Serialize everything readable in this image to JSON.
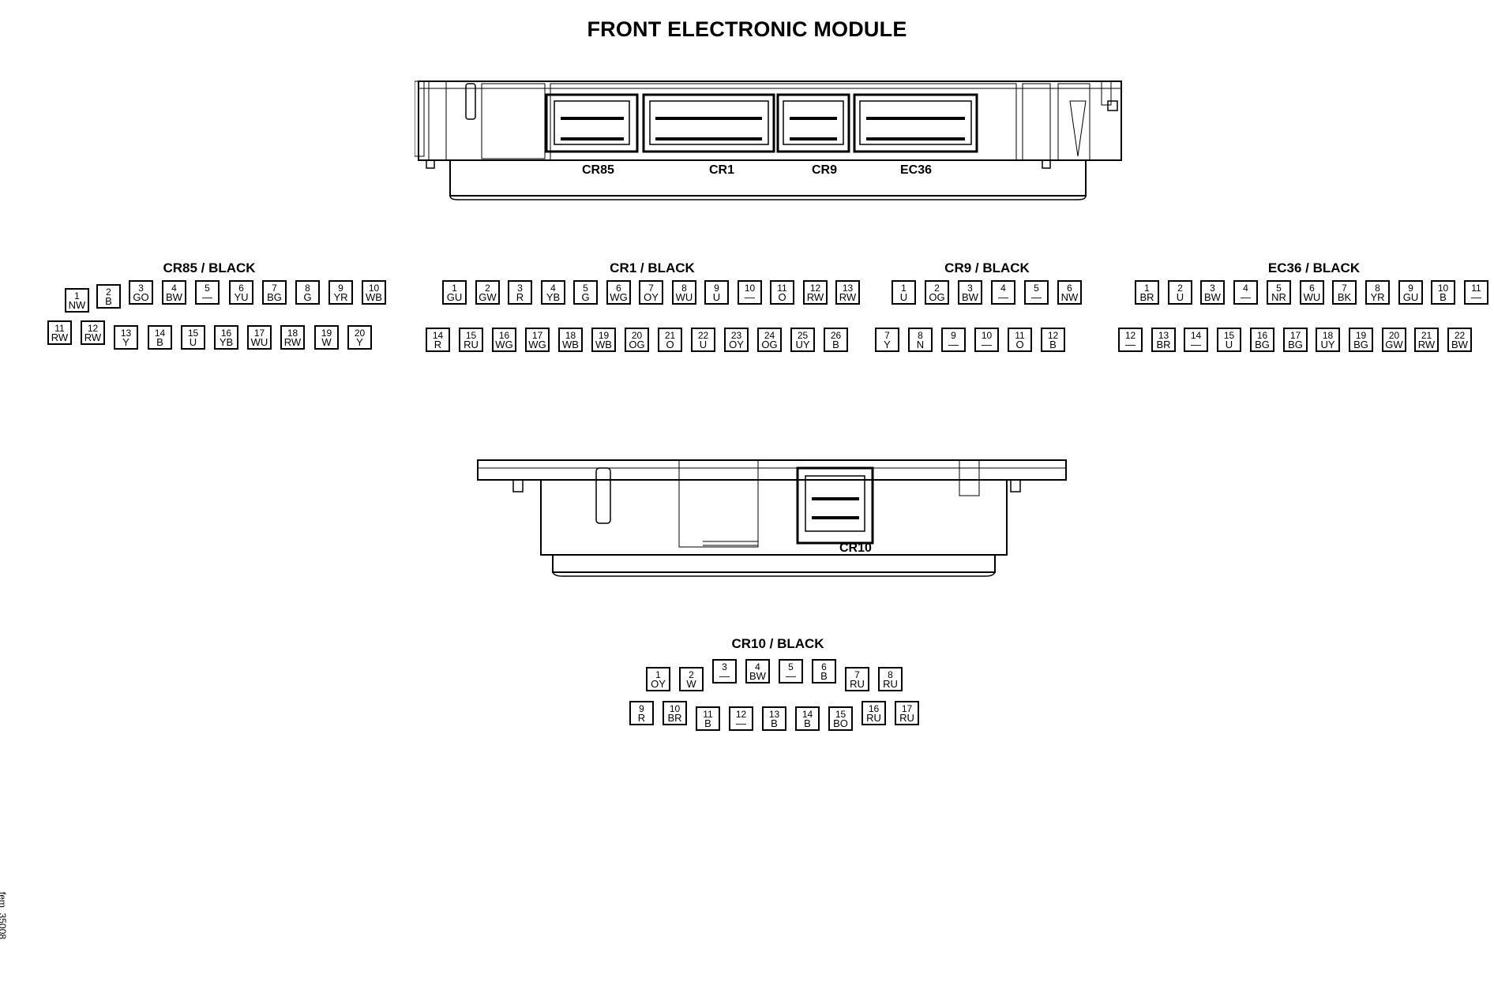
{
  "title": "FRONT ELECTRONIC MODULE",
  "figure_id": "fem_35008",
  "module_top": {
    "connector_labels": [
      "CR85",
      "CR1",
      "CR9",
      "EC36"
    ]
  },
  "module_bottom": {
    "connector_label": "CR10"
  },
  "connectors": [
    {
      "id": "CR85",
      "title": "CR85 / BLACK",
      "pins": [
        {
          "n": "1",
          "c": "NW"
        },
        {
          "n": "2",
          "c": "B"
        },
        {
          "n": "3",
          "c": "GO"
        },
        {
          "n": "4",
          "c": "BW"
        },
        {
          "n": "5",
          "c": "—"
        },
        {
          "n": "6",
          "c": "YU"
        },
        {
          "n": "7",
          "c": "BG"
        },
        {
          "n": "8",
          "c": "G"
        },
        {
          "n": "9",
          "c": "YR"
        },
        {
          "n": "10",
          "c": "WB"
        },
        {
          "n": "11",
          "c": "RW"
        },
        {
          "n": "12",
          "c": "RW"
        },
        {
          "n": "13",
          "c": "Y"
        },
        {
          "n": "14",
          "c": "B"
        },
        {
          "n": "15",
          "c": "U"
        },
        {
          "n": "16",
          "c": "YB"
        },
        {
          "n": "17",
          "c": "WU"
        },
        {
          "n": "18",
          "c": "RW"
        },
        {
          "n": "19",
          "c": "W"
        },
        {
          "n": "20",
          "c": "Y"
        }
      ]
    },
    {
      "id": "CR1",
      "title": "CR1 / BLACK",
      "pins": [
        {
          "n": "1",
          "c": "GU"
        },
        {
          "n": "2",
          "c": "GW"
        },
        {
          "n": "3",
          "c": "R"
        },
        {
          "n": "4",
          "c": "YB"
        },
        {
          "n": "5",
          "c": "G"
        },
        {
          "n": "6",
          "c": "WG"
        },
        {
          "n": "7",
          "c": "OY"
        },
        {
          "n": "8",
          "c": "WU"
        },
        {
          "n": "9",
          "c": "U"
        },
        {
          "n": "10",
          "c": "—"
        },
        {
          "n": "11",
          "c": "O"
        },
        {
          "n": "12",
          "c": "RW"
        },
        {
          "n": "13",
          "c": "RW"
        },
        {
          "n": "14",
          "c": "R"
        },
        {
          "n": "15",
          "c": "RU"
        },
        {
          "n": "16",
          "c": "WG"
        },
        {
          "n": "17",
          "c": "WG"
        },
        {
          "n": "18",
          "c": "WB"
        },
        {
          "n": "19",
          "c": "WB"
        },
        {
          "n": "20",
          "c": "OG"
        },
        {
          "n": "21",
          "c": "O"
        },
        {
          "n": "22",
          "c": "U"
        },
        {
          "n": "23",
          "c": "OY"
        },
        {
          "n": "24",
          "c": "OG"
        },
        {
          "n": "25",
          "c": "UY"
        },
        {
          "n": "26",
          "c": "B"
        }
      ]
    },
    {
      "id": "CR9",
      "title": "CR9 / BLACK",
      "pins": [
        {
          "n": "1",
          "c": "U"
        },
        {
          "n": "2",
          "c": "OG"
        },
        {
          "n": "3",
          "c": "BW"
        },
        {
          "n": "4",
          "c": "—"
        },
        {
          "n": "5",
          "c": "—"
        },
        {
          "n": "6",
          "c": "NW"
        },
        {
          "n": "7",
          "c": "Y"
        },
        {
          "n": "8",
          "c": "N"
        },
        {
          "n": "9",
          "c": "—"
        },
        {
          "n": "10",
          "c": "—"
        },
        {
          "n": "11",
          "c": "O"
        },
        {
          "n": "12",
          "c": "B"
        }
      ]
    },
    {
      "id": "EC36",
      "title": "EC36 / BLACK",
      "pins": [
        {
          "n": "1",
          "c": "BR"
        },
        {
          "n": "2",
          "c": "U"
        },
        {
          "n": "3",
          "c": "BW"
        },
        {
          "n": "4",
          "c": "—"
        },
        {
          "n": "5",
          "c": "NR"
        },
        {
          "n": "6",
          "c": "WU"
        },
        {
          "n": "7",
          "c": "BK"
        },
        {
          "n": "8",
          "c": "YR"
        },
        {
          "n": "9",
          "c": "GU"
        },
        {
          "n": "10",
          "c": "B"
        },
        {
          "n": "11",
          "c": "—"
        },
        {
          "n": "12",
          "c": "—"
        },
        {
          "n": "13",
          "c": "BR"
        },
        {
          "n": "14",
          "c": "—"
        },
        {
          "n": "15",
          "c": "U"
        },
        {
          "n": "16",
          "c": "BG"
        },
        {
          "n": "17",
          "c": "BG"
        },
        {
          "n": "18",
          "c": "UY"
        },
        {
          "n": "19",
          "c": "BG"
        },
        {
          "n": "20",
          "c": "GW"
        },
        {
          "n": "21",
          "c": "RW"
        },
        {
          "n": "22",
          "c": "BW"
        }
      ]
    },
    {
      "id": "CR10",
      "title": "CR10 / BLACK",
      "pins": [
        {
          "n": "1",
          "c": "OY"
        },
        {
          "n": "2",
          "c": "W"
        },
        {
          "n": "3",
          "c": "—"
        },
        {
          "n": "4",
          "c": "BW"
        },
        {
          "n": "5",
          "c": "—"
        },
        {
          "n": "6",
          "c": "B"
        },
        {
          "n": "7",
          "c": "RU"
        },
        {
          "n": "8",
          "c": "RU"
        },
        {
          "n": "9",
          "c": "R"
        },
        {
          "n": "10",
          "c": "BR"
        },
        {
          "n": "11",
          "c": "B"
        },
        {
          "n": "12",
          "c": "—"
        },
        {
          "n": "13",
          "c": "B"
        },
        {
          "n": "14",
          "c": "B"
        },
        {
          "n": "15",
          "c": "BO"
        },
        {
          "n": "16",
          "c": "RU"
        },
        {
          "n": "17",
          "c": "RU"
        }
      ]
    }
  ]
}
